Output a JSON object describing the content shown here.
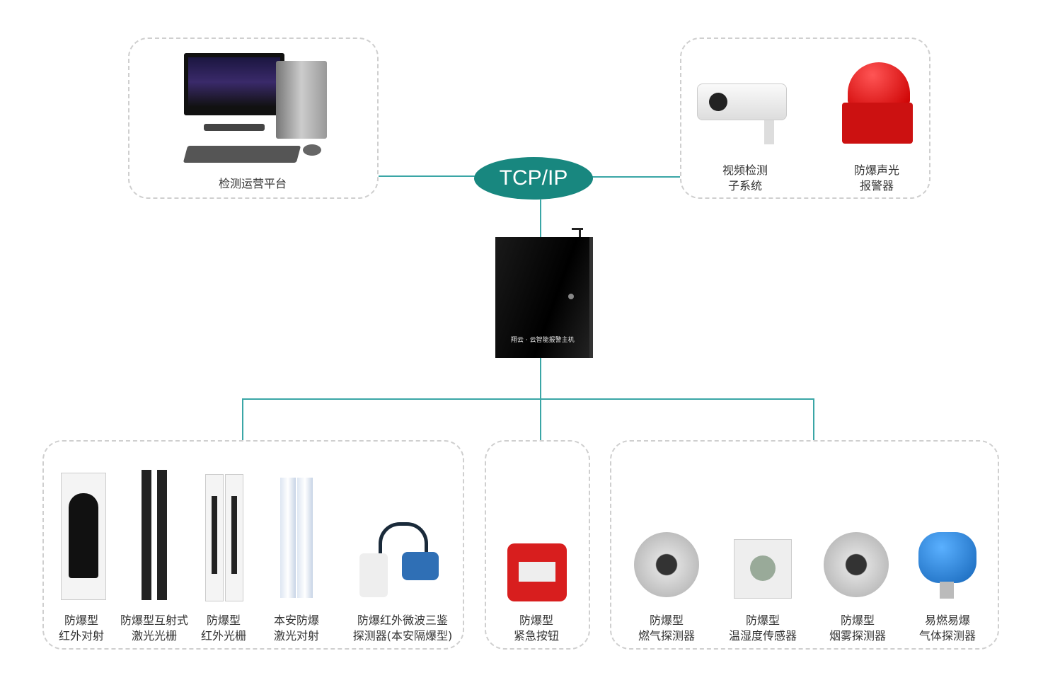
{
  "network": {
    "protocol": "TCP/IP"
  },
  "host": {
    "name": "翔云 · 云智能报警主机"
  },
  "platform": {
    "label": "检测运营平台"
  },
  "top_right": [
    {
      "label": "视频检测\n子系统"
    },
    {
      "label": "防爆声光\n报警器"
    }
  ],
  "bottom_left": [
    {
      "label": "防爆型\n红外对射"
    },
    {
      "label": "防爆型互射式\n激光光栅"
    },
    {
      "label": "防爆型\n红外光栅"
    },
    {
      "label": "本安防爆\n激光对射"
    },
    {
      "label": "防爆红外微波三鉴\n探测器(本安隔爆型)"
    }
  ],
  "bottom_mid": [
    {
      "label": "防爆型\n紧急按钮"
    }
  ],
  "bottom_right": [
    {
      "label": "防爆型\n燃气探测器"
    },
    {
      "label": "防爆型\n温湿度传感器"
    },
    {
      "label": "防爆型\n烟雾探测器"
    },
    {
      "label": "易燃易爆\n气体探测器"
    }
  ],
  "colors": {
    "accent": "#18877f",
    "line": "#3aa6a6",
    "border": "#cfcfcf"
  }
}
